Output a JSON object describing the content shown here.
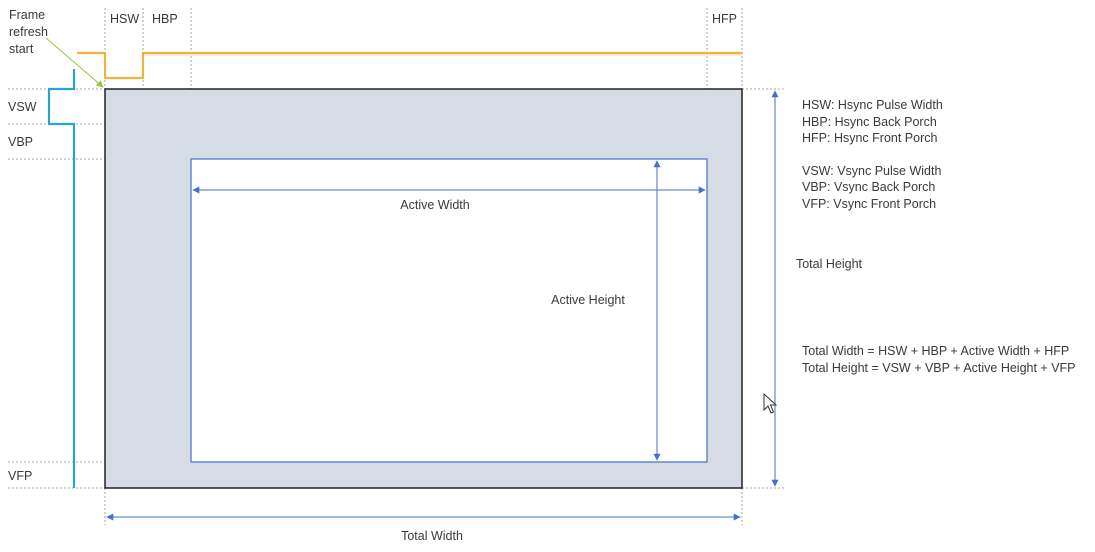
{
  "timing_labels": {
    "hsw": "HSW",
    "hbp": "HBP",
    "hfp": "HFP",
    "vsw": "VSW",
    "vbp": "VBP",
    "vfp": "VFP"
  },
  "frame_refresh": [
    "Frame",
    "refresh",
    "start"
  ],
  "dimensions": {
    "active_width": "Active Width",
    "active_height": "Active Height",
    "total_width": "Total Width",
    "total_height": "Total Height"
  },
  "legend": {
    "hsw": "HSW: Hsync Pulse Width",
    "hbp": "HBP: Hsync Back Porch",
    "hfp": "HFP: Hsync Front Porch",
    "vsw": "VSW: Vsync Pulse Width",
    "vbp": "VBP: Vsync Back Porch",
    "vfp": "VFP: Vsync Front Porch"
  },
  "formulas": {
    "total_width": "Total Width = HSW + HBP + Active Width + HFP",
    "total_height": "Total Height = VSW + VBP + Active Height + VFP"
  },
  "colors": {
    "hsync_signal": "#f0b43c",
    "vsync_signal": "#2aa3d1",
    "frame_fill": "#d5dce6",
    "active_border": "#4472c4",
    "arrow": "#4472c4",
    "frame_border": "#222222",
    "guide": "#8a8a8a"
  },
  "icons": {
    "cursor": "mouse-pointer-icon"
  }
}
